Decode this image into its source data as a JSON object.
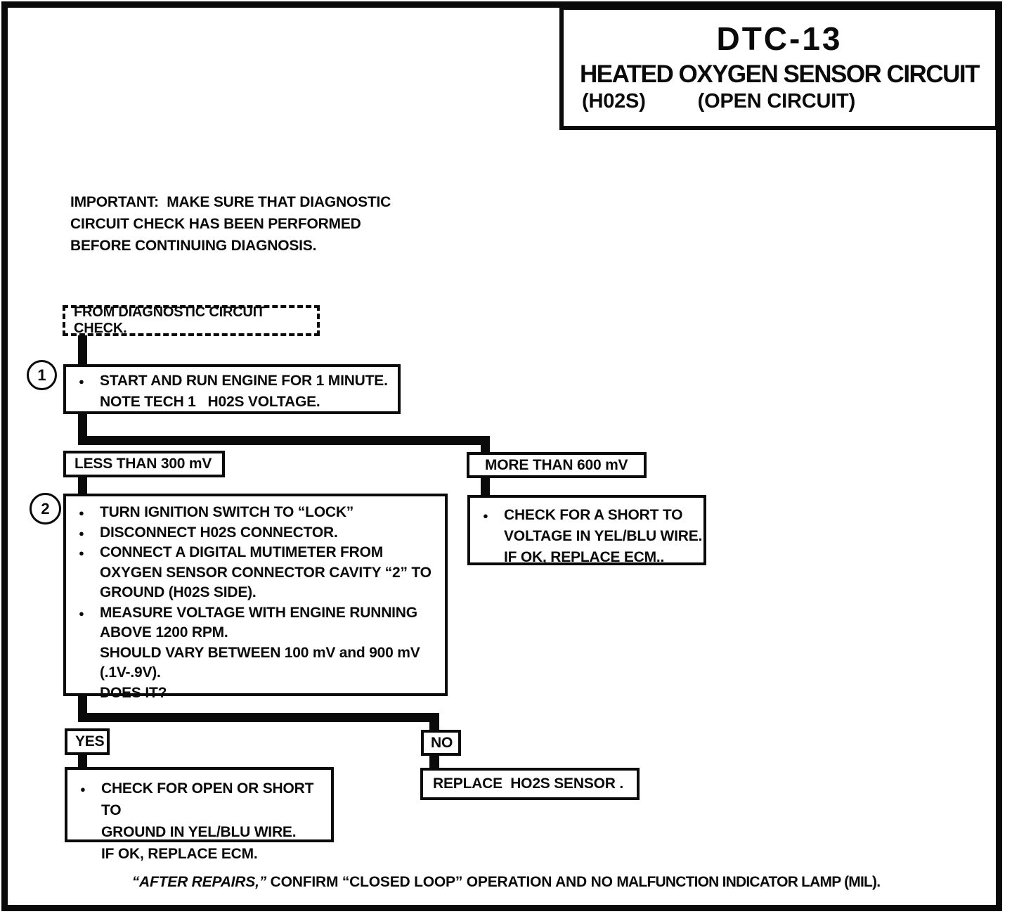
{
  "title": {
    "code": "DTC-13",
    "subtitle": "HEATED OXYGEN SENSOR CIRCUIT",
    "sub_left": "(H02S)",
    "sub_right": "(OPEN CIRCUIT)"
  },
  "important": {
    "line1": "IMPORTANT:  MAKE SURE THAT DIAGNOSTIC",
    "line2": "CIRCUIT CHECK HAS BEEN PERFORMED",
    "line3": "BEFORE CONTINUING DIAGNOSIS."
  },
  "entry_label": "FROM DIAGNOSTIC CIRCUIT CHECK.",
  "step1": {
    "badge": "1",
    "line1": "START AND RUN ENGINE FOR 1 MINUTE.",
    "line2": "NOTE TECH 1   H02S VOLTAGE."
  },
  "branch_left_label": "LESS THAN 300 mV",
  "branch_right_label": "MORE THAN 600 mV",
  "step2": {
    "badge": "2",
    "bullet1": "TURN IGNITION SWITCH TO “LOCK”",
    "bullet2": "DISCONNECT H02S CONNECTOR.",
    "bullet3_line1": "CONNECT A DIGITAL MUTIMETER FROM",
    "bullet3_line2": "OXYGEN SENSOR CONNECTOR CAVITY “2” TO",
    "bullet3_line3": "GROUND (H02S SIDE).",
    "bullet4_line1": "MEASURE VOLTAGE WITH ENGINE RUNNING",
    "bullet4_line2": "ABOVE 1200 RPM.",
    "bullet4_line3": "SHOULD VARY BETWEEN 100 mV and 900 mV",
    "bullet4_line4": "(.1V-.9V).",
    "bullet4_line5": "DOES IT?"
  },
  "short_to_voltage": {
    "line1": "CHECK FOR A SHORT TO",
    "line2": "VOLTAGE IN YEL/BLU WIRE.",
    "line3": "IF OK, REPLACE ECM.."
  },
  "yes_label": "YES",
  "no_label": "NO",
  "yes_result": {
    "line1": "CHECK FOR OPEN OR SHORT TO",
    "line2": "GROUND IN YEL/BLU WIRE.",
    "line3": "IF OK, REPLACE ECM."
  },
  "no_result": "REPLACE  HO2S SENSOR .",
  "footer": {
    "lead_italic": "“AFTER REPAIRS,”",
    "middle": " CONFIRM “CLOSED LOOP” OPERATION AND NO ",
    "tail": "MALFUNCTION INDICATOR LAMP (MIL)."
  },
  "colors": {
    "ink": "#0a0a0a",
    "paper": "#ffffff"
  },
  "icons": {
    "bullet": "●"
  }
}
